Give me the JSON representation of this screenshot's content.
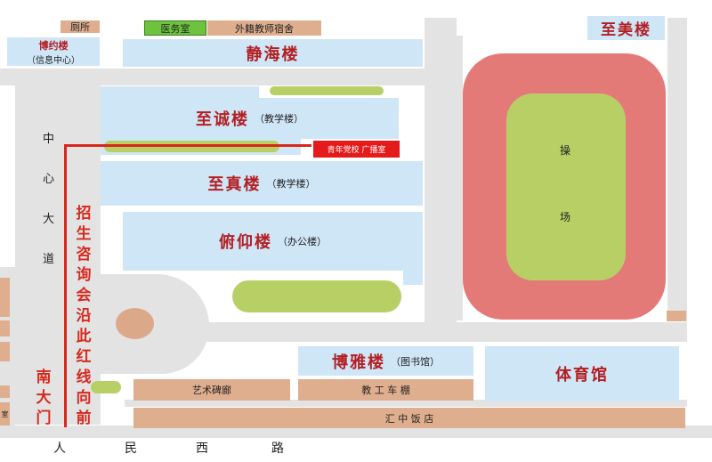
{
  "buildings": {
    "toilet": "厕所",
    "clinic": "医务室",
    "foreign_teacher_dorm": "外籍教师宿舍",
    "boyue": "博约楼",
    "boyue_sub": "（信息中心）",
    "jinghai": "静海楼",
    "zhicheng": "至诚楼",
    "zhicheng_sub": "（教学楼）",
    "youth_party": "青年党校  广播室",
    "zhizhen": "至真楼",
    "zhizhen_sub": "（教学楼）",
    "fuyang": "俯仰楼",
    "fuyang_sub": "（办公楼）",
    "zhimei": "至美楼",
    "boya": "博雅楼",
    "boya_sub": "（图书馆）",
    "gym": "体育馆",
    "art_gallery": "艺术碑廊",
    "bike_shed": "教 工 车 棚",
    "huizhong": "汇    中    饭    店",
    "left_edge_fragment": "室"
  },
  "playground": {
    "char1": "操",
    "char2": "场"
  },
  "roads": {
    "main_avenue": [
      "中",
      "心",
      "大",
      "道"
    ],
    "renmin_west": [
      "人",
      "民",
      "西",
      "路"
    ]
  },
  "gate": [
    "南",
    "大",
    "门"
  ],
  "guide": [
    "招",
    "生",
    "咨",
    "询",
    "会",
    "沿",
    "此",
    "红",
    "线",
    "向",
    "前"
  ],
  "colors": {
    "road": "#e3e3e3",
    "building_blue": "#cfe6f7",
    "building_tan": "#dfae8e",
    "green": "#b8cf66",
    "track": "#e47a78",
    "red_route": "#d9261c",
    "label_red": "#b32024"
  }
}
